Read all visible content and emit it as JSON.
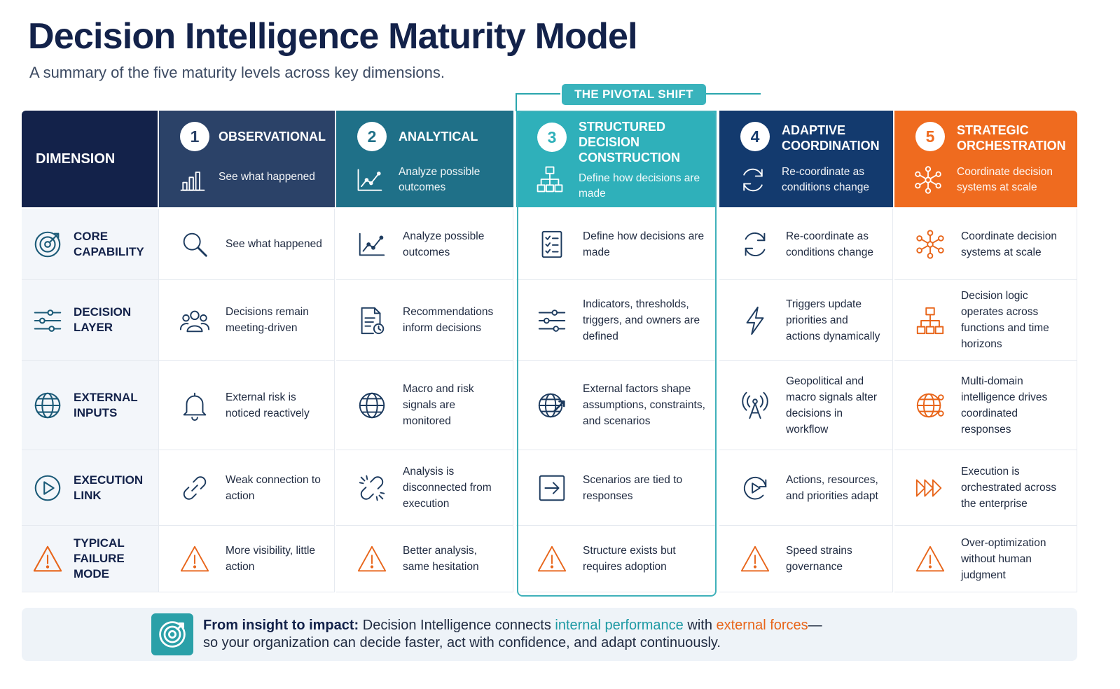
{
  "title": "Decision Intelligence Maturity Model",
  "subtitle": "A summary of the five maturity levels across key dimensions.",
  "pivot_label": "THE PIVOTAL SHIFT",
  "dimension_header": "DIMENSION",
  "colors": {
    "dimension_header": "#13224a",
    "level1": "#2b4268",
    "level2": "#1f7088",
    "level3": "#2fb0ba",
    "level4": "#133a6e",
    "level5": "#ef6b1f",
    "accent_teal": "#1e9aa4",
    "accent_orange": "#e8651a",
    "warning_orange": "#e8651a"
  },
  "levels": [
    {
      "number": "1",
      "title": "OBSERVATIONAL",
      "subtitle": "See what happened",
      "icon": "bar-chart-icon"
    },
    {
      "number": "2",
      "title": "ANALYTICAL",
      "subtitle": "Analyze possible outcomes",
      "icon": "line-chart-icon"
    },
    {
      "number": "3",
      "title": "STRUCTURED DECISION CONSTRUCTION",
      "subtitle": "Define how decisions are made",
      "icon": "hierarchy-icon"
    },
    {
      "number": "4",
      "title": "ADAPTIVE COORDINATION",
      "subtitle": "Re-coordinate as conditions change",
      "icon": "refresh-icon"
    },
    {
      "number": "5",
      "title": "STRATEGIC ORCHESTRATION",
      "subtitle": "Coordinate decision systems at scale",
      "icon": "network-icon"
    }
  ],
  "rows": [
    {
      "dimension": "CORE CAPABILITY",
      "dimension_icon": "target-icon",
      "cells": [
        {
          "text": "See what happened",
          "icon": "magnifier-icon"
        },
        {
          "text": "Analyze possible outcomes",
          "icon": "line-chart-icon"
        },
        {
          "text": "Define how decisions are made",
          "icon": "checklist-icon"
        },
        {
          "text": "Re-coordinate as conditions change",
          "icon": "refresh-icon"
        },
        {
          "text": "Coordinate decision systems at scale",
          "icon": "network-icon"
        }
      ]
    },
    {
      "dimension": "DECISION LAYER",
      "dimension_icon": "sliders-icon",
      "cells": [
        {
          "text": "Decisions remain meeting-driven",
          "icon": "people-icon"
        },
        {
          "text": "Recommendations inform decisions",
          "icon": "document-clock-icon"
        },
        {
          "text": "Indicators, thresholds, triggers, and owners are defined",
          "icon": "sliders-icon"
        },
        {
          "text": "Triggers update priorities and actions dynamically",
          "icon": "lightning-icon"
        },
        {
          "text": "Decision logic operates across functions and time horizons",
          "icon": "hierarchy-icon"
        }
      ]
    },
    {
      "dimension": "EXTERNAL INPUTS",
      "dimension_icon": "globe-icon",
      "cells": [
        {
          "text": "External risk is noticed reactively",
          "icon": "bell-icon"
        },
        {
          "text": "Macro and risk signals are monitored",
          "icon": "globe-icon"
        },
        {
          "text": "External factors shape assumptions, constraints, and scenarios",
          "icon": "globe-arrow-icon"
        },
        {
          "text": "Geopolitical and macro signals alter decisions in workflow",
          "icon": "signal-tower-icon"
        },
        {
          "text": "Multi-domain intelligence drives coordinated responses",
          "icon": "globe-network-icon"
        }
      ]
    },
    {
      "dimension": "EXECUTION LINK",
      "dimension_icon": "play-circle-icon",
      "cells": [
        {
          "text": "Weak connection to action",
          "icon": "link-icon"
        },
        {
          "text": "Analysis is disconnected from execution",
          "icon": "broken-link-icon"
        },
        {
          "text": "Scenarios are tied to responses",
          "icon": "arrow-box-icon"
        },
        {
          "text": "Actions, resources, and priorities adapt",
          "icon": "play-cycle-icon"
        },
        {
          "text": "Execution is orchestrated across the enterprise",
          "icon": "fast-forward-icon"
        }
      ]
    },
    {
      "dimension": "TYPICAL FAILURE MODE",
      "dimension_icon": "warning-icon",
      "cells": [
        {
          "text": "More visibility, little action",
          "icon": "warning-icon"
        },
        {
          "text": "Better analysis, same hesitation",
          "icon": "warning-icon"
        },
        {
          "text": "Structure exists but requires adoption",
          "icon": "warning-icon"
        },
        {
          "text": "Speed strains governance",
          "icon": "warning-icon"
        },
        {
          "text": "Over-optimization without human judgment",
          "icon": "warning-icon"
        }
      ]
    }
  ],
  "footer": {
    "icon": "target-icon",
    "lead": "From insight to impact:",
    "part1": " Decision Intelligence connects ",
    "highlight1": "internal performance",
    "part2": " with ",
    "highlight2": "external forces",
    "part3": "—",
    "line2": "so your organization can decide faster, act with confidence, and adapt continuously."
  }
}
